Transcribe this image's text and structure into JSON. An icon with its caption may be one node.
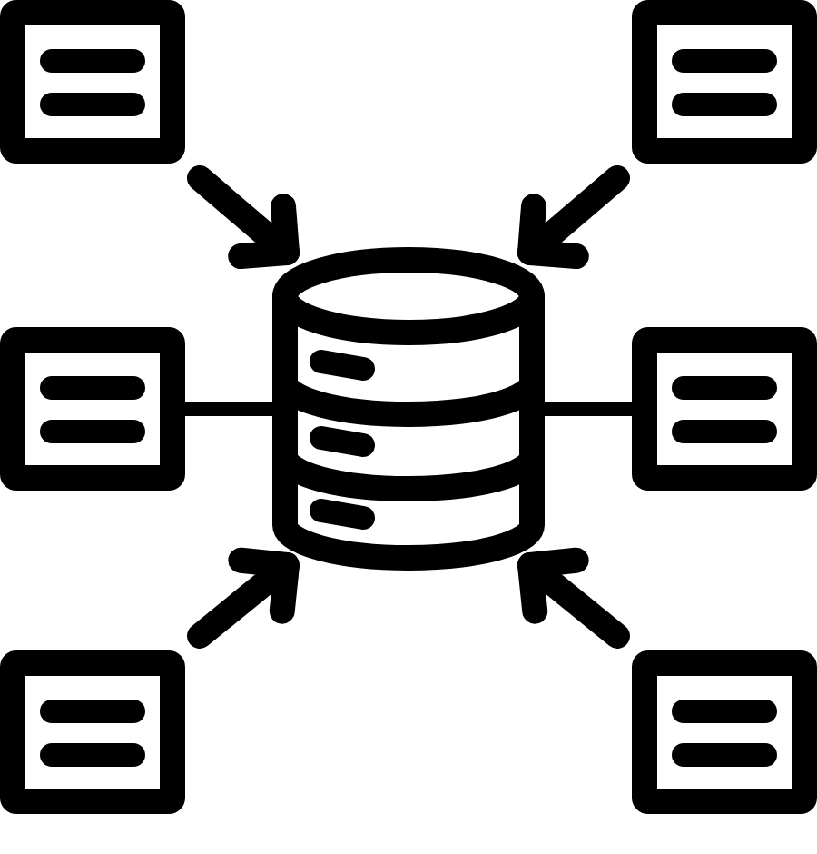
{
  "diagram": {
    "nodes": [
      {
        "text": [],
        "shape": "box"
      },
      {
        "text": [],
        "shape": "box"
      },
      {
        "text": [],
        "shape": "cylinder"
      },
      {
        "text": [],
        "shape": "box"
      },
      {
        "text": [],
        "shape": "box"
      },
      {
        "text": [],
        "shape": "box"
      },
      {
        "text": [],
        "shape": "box"
      }
    ],
    "edges": [
      {
        "from": 0,
        "to": 2,
        "arrow": "to"
      },
      {
        "from": 1,
        "to": 2,
        "arrow": "to"
      },
      {
        "from": 3,
        "to": 2,
        "arrow": "none"
      },
      {
        "from": 4,
        "to": 2,
        "arrow": "none"
      },
      {
        "from": 5,
        "to": 2,
        "arrow": "to"
      },
      {
        "from": 6,
        "to": 2,
        "arrow": "to"
      }
    ]
  }
}
